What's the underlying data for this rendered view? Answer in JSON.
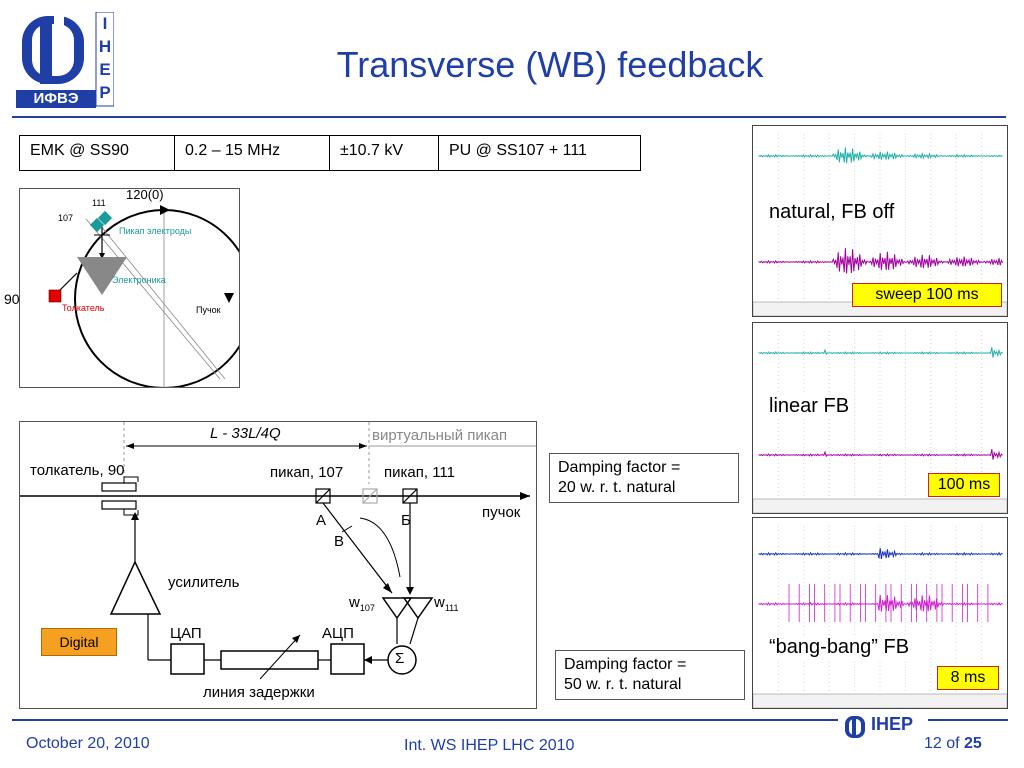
{
  "slide": {
    "title": "Transverse (WB) feedback",
    "logo_letters": [
      "I",
      "H",
      "E",
      "P"
    ],
    "logo_caption": "ИФВЭ"
  },
  "params_table": {
    "cells": [
      "EMK @ SS90",
      "0.2 – 15 MHz",
      "±10.7 kV",
      "PU @ SS107 + 111"
    ]
  },
  "ring_diagram": {
    "top_label": "120(0)",
    "label_111": "111",
    "label_107": "107",
    "label_pickups": "Пикап электроды",
    "label_electronics": "Электроника",
    "label_90": "90",
    "label_kicker": "Толкатель",
    "label_beam": "Пучок",
    "colors": {
      "pickup": "#1a9a9a",
      "kicker": "#e00000",
      "electronics": "#888888"
    }
  },
  "block_diagram": {
    "length_label": "L - 33L/4Q",
    "virtual_pickup": "виртуальный пикап",
    "kicker_label": "толкатель, 90",
    "pickup107": "пикап, 107",
    "pickup111": "пикап, 111",
    "beam": "пучок",
    "a": "А",
    "b": "Б",
    "v": "В",
    "amplifier": "усилитель",
    "dac": "ЦАП",
    "adc": "АЦП",
    "delay_line": "линия задержки",
    "w107": "w",
    "w107_sub": "107",
    "w111": "w",
    "w111_sub": "111",
    "sigma": "Σ",
    "digital": "Digital"
  },
  "damping": {
    "box1": [
      "Damping factor =",
      "20 w. r. t. natural"
    ],
    "box2": [
      "Damping factor =",
      "50 w. r. t. natural"
    ]
  },
  "scopes": [
    {
      "caption": "natural, FB off",
      "tag": "sweep 100 ms",
      "colors": [
        "#20b0a8",
        "#a000a0"
      ]
    },
    {
      "caption": "linear FB",
      "tag": "100 ms",
      "colors": [
        "#20b0a8",
        "#a000a0"
      ]
    },
    {
      "caption": "“bang-bang” FB",
      "tag": "8 ms",
      "colors": [
        "#1030c0",
        "#d020d0"
      ]
    }
  ],
  "footer": {
    "date": "October 20, 2010",
    "event": "Int. WS IHEP LHC 2010",
    "page_prefix": "12 of ",
    "page_total": "25",
    "brand": "IHEP"
  }
}
